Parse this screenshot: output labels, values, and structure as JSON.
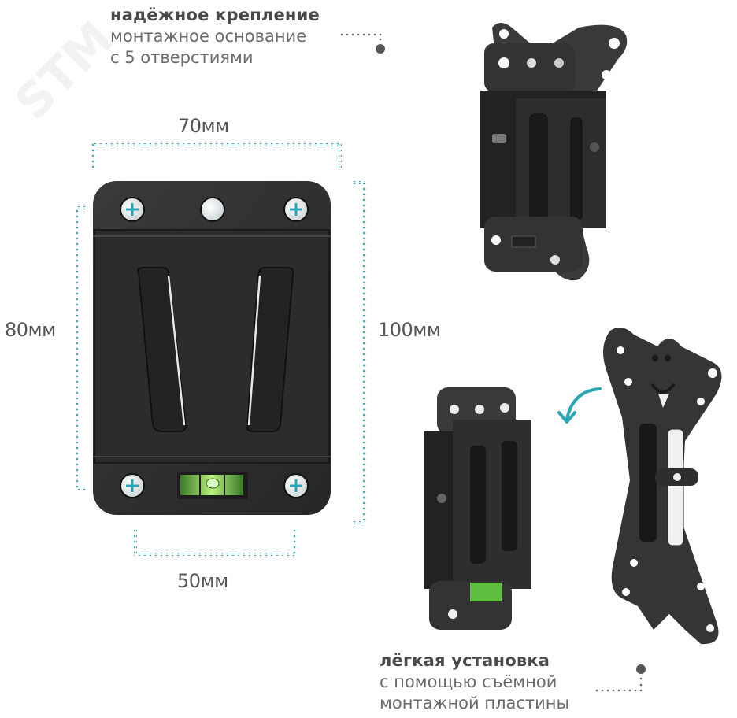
{
  "watermark": {
    "text": "STM"
  },
  "feature_top": {
    "title": "надёжное крепление",
    "line1": "монтажное основание",
    "line2": "с 5 отверстиями"
  },
  "feature_bottom": {
    "title": "лёгкая установка",
    "line1": "с помощью съёмной",
    "line2": "монтажной пластины"
  },
  "dimensions": {
    "top_width": "70мм",
    "left_height": "80мм",
    "right_height": "100мм",
    "bottom_width": "50мм"
  },
  "colors": {
    "accent": "#2aa5b8",
    "metal": "#2e2e2e",
    "text_title": "#4a4a4a",
    "text_sub": "#6a6a6a",
    "dim_dots": "#3fa9b5"
  },
  "icons": {
    "screw": "phillips-screw-icon",
    "level": "bubble-level-icon",
    "arrow": "curved-arrow-icon",
    "connector": "dotted-connector-icon"
  }
}
